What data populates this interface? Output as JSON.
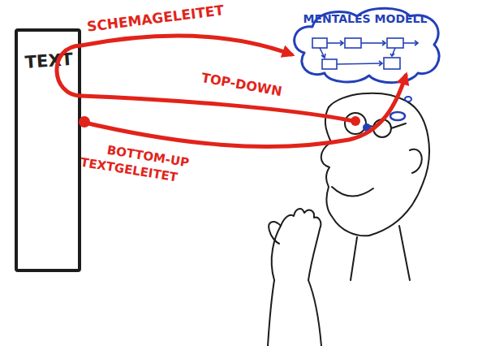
{
  "diagram": {
    "nodes": [
      {
        "text": [
          "TEXT"
        ]
      },
      {
        "text": [
          "MENTALES MODELL"
        ]
      }
    ],
    "edges": [
      {
        "from": 0,
        "to": 1,
        "arrow": "to",
        "label": "SCHEMAGELEITET"
      },
      {
        "from": 0,
        "to": 1,
        "arrow": "to",
        "label": "BOTTOM-UP TEXTGELEITET"
      }
    ],
    "labels": [
      "TOP-DOWN"
    ]
  }
}
